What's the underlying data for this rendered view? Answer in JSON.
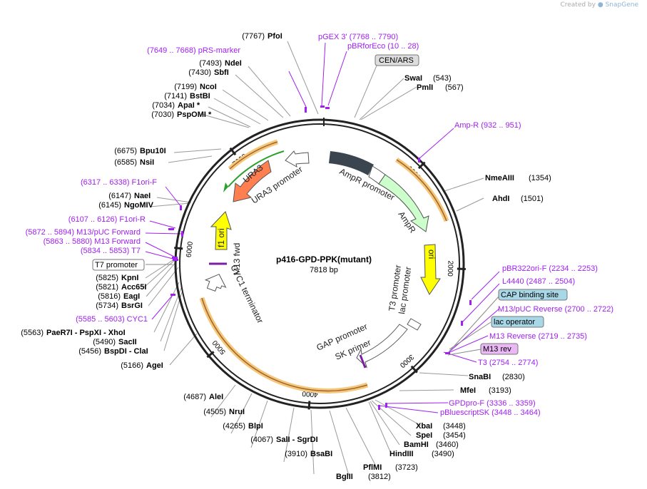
{
  "watermark": {
    "prefix": "Created by",
    "brand": "SnapGene"
  },
  "title": "p416-GPD-PPK(mutant)",
  "length_label": "7818 bp",
  "total_bp": 7818,
  "ticks": [
    "1000",
    "2000",
    "3000",
    "4000",
    "5000",
    "6000",
    "7000"
  ],
  "colors": {
    "enzyme_line": "#999999",
    "primer": "#a020f0",
    "feature_text": "#222222",
    "backbone": "#222222",
    "orf_outline": "#f5a623"
  },
  "feature_bars": [
    {
      "name": "CEN/ARS",
      "color": "#3b4550"
    },
    {
      "name": "AmpR promoter",
      "color": "#ffffff"
    },
    {
      "name": "AmpR",
      "color": "#ccffcc"
    },
    {
      "name": "ori",
      "color": "#ffff00"
    },
    {
      "name": "lac promoter",
      "color": "#ffffff"
    },
    {
      "name": "T3 promoter",
      "color": "#ffffff"
    },
    {
      "name": "GAP promoter",
      "color": "#ffffff"
    },
    {
      "name": "SK primer",
      "color": "#a020f0"
    },
    {
      "name": "CYC1 terminator",
      "color": "#ffffff"
    },
    {
      "name": "M13 fwd",
      "color": "#a020f0"
    },
    {
      "name": "f1 ori",
      "color": "#ffff00"
    },
    {
      "name": "URA3 promoter",
      "color": "#ffffff"
    },
    {
      "name": "URA3",
      "color": "#ff7f50"
    }
  ],
  "left_labels": [
    {
      "pos": "(7767)",
      "name": "PfoI"
    },
    {
      "pos": "(7493)",
      "name": "NdeI"
    },
    {
      "pos": "(7430)",
      "name": "SbfI"
    },
    {
      "pos": "(7199)",
      "name": "NcoI"
    },
    {
      "pos": "(7141)",
      "name": "BstBI"
    },
    {
      "pos": "(7034)",
      "name": "ApaI *"
    },
    {
      "pos": "(7030)",
      "name": "PspOMI *"
    },
    {
      "pos": "(6675)",
      "name": "Bpu10I"
    },
    {
      "pos": "(6585)",
      "name": "NsiI"
    },
    {
      "pos": "(6147)",
      "name": "NaeI"
    },
    {
      "pos": "(6145)",
      "name": "NgoMIV"
    },
    {
      "pos": "(5825)",
      "name": "KpnI"
    },
    {
      "pos": "(5821)",
      "name": "Acc65I"
    },
    {
      "pos": "(5816)",
      "name": "EagI"
    },
    {
      "pos": "(5734)",
      "name": "BsrGI"
    },
    {
      "pos": "(5563)",
      "name": "PaeR7I - PspXI - XhoI"
    },
    {
      "pos": "(5490)",
      "name": "SacII"
    },
    {
      "pos": "(5456)",
      "name": "BspDI - ClaI"
    },
    {
      "pos": "(5166)",
      "name": "AgeI"
    }
  ],
  "left_primers": [
    {
      "text": "(7649 .. 7668)  pRS-marker"
    },
    {
      "text": "(6317 .. 6338)  F1ori-F"
    },
    {
      "text": "(6107 .. 6126)  F1ori-R"
    },
    {
      "text": "(5872 .. 5894)  M13/pUC Forward"
    },
    {
      "text": "(5863 .. 5880)  M13 Forward"
    },
    {
      "text": "(5834 .. 5853)  T7"
    },
    {
      "text": "(5585 .. 5603)  CYC1"
    }
  ],
  "top_primers": [
    {
      "text": "pGEX 3'    (7768 .. 7790)"
    },
    {
      "text": "pBRforEco    (10 .. 28)"
    }
  ],
  "right_labels": [
    {
      "name": "SwaI",
      "pos": "(543)"
    },
    {
      "name": "PmlI",
      "pos": "(567)"
    },
    {
      "name": "NmeAIII",
      "pos": "(1354)"
    },
    {
      "name": "AhdI",
      "pos": "(1501)"
    },
    {
      "name": "SnaBI",
      "pos": "(2830)"
    },
    {
      "name": "MfeI",
      "pos": "(3193)"
    }
  ],
  "right_primers": [
    {
      "text": "Amp-R    (932 .. 951)"
    },
    {
      "text": "pBR322ori-F    (2234 .. 2253)"
    },
    {
      "text": "L4440    (2487 .. 2504)"
    },
    {
      "text": "M13/pUC Reverse    (2700 .. 2722)"
    },
    {
      "text": "M13 Reverse    (2719 .. 2735)"
    },
    {
      "text": "T3    (2754 .. 2774)"
    },
    {
      "text": "GPDpro-F    (3336 .. 3359)"
    },
    {
      "text": "pBluescriptSK    (3448 .. 3464)"
    }
  ],
  "bottom_labels": [
    {
      "name": "XbaI",
      "pos": "(3448)"
    },
    {
      "name": "SpeI",
      "pos": "(3454)"
    },
    {
      "name": "BamHI",
      "pos": "(3460)"
    },
    {
      "name": "HindIII",
      "pos": "(3490)"
    },
    {
      "name": "PflMI",
      "pos": "(3723)"
    },
    {
      "name": "BglII",
      "pos": "(3812)"
    },
    {
      "pos": "(3910)",
      "name": "BsaBI"
    },
    {
      "pos": "(4067)",
      "name": "SalI - SgrDI"
    },
    {
      "pos": "(4265)",
      "name": "BlpI"
    },
    {
      "pos": "(4505)",
      "name": "NruI"
    },
    {
      "pos": "(4687)",
      "name": "AleI"
    }
  ],
  "boxed_labels": [
    {
      "text": "CEN/ARS",
      "fill": "#dddddd"
    },
    {
      "text": "T7 promoter",
      "fill": "#ffffff"
    },
    {
      "text": "CAP binding site",
      "fill": "#a8d8e8"
    },
    {
      "text": "lac operator",
      "fill": "#a8d8e8"
    },
    {
      "text": "M13 rev",
      "fill": "#e9b8f5"
    }
  ]
}
